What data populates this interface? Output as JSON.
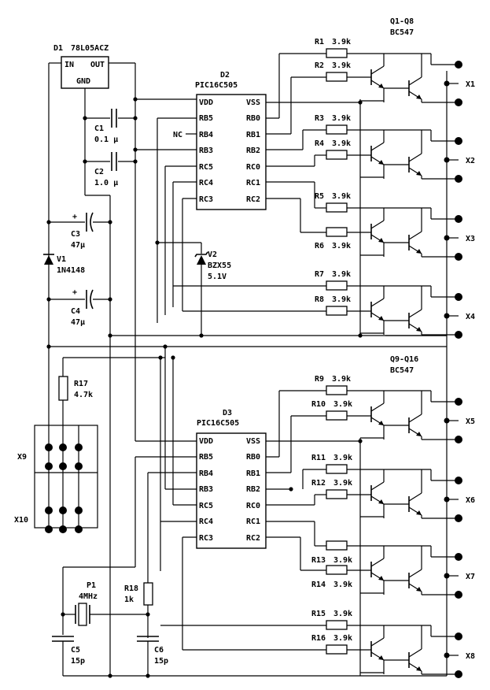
{
  "regulator": {
    "ref": "D1",
    "part": "78L05ACZ",
    "pin_in": "IN",
    "pin_out": "OUT",
    "pin_gnd": "GND"
  },
  "chips": [
    {
      "ref": "D2",
      "part": "PIC16C505",
      "left": [
        "VDD",
        "RB5",
        "RB4",
        "RB3",
        "RC5",
        "RC4",
        "RC3"
      ],
      "right": [
        "VSS",
        "RB0",
        "RB1",
        "RB2",
        "RC0",
        "RC1",
        "RC2"
      ],
      "nc": "NC"
    },
    {
      "ref": "D3",
      "part": "PIC16C505",
      "left": [
        "VDD",
        "RB5",
        "RB4",
        "RB3",
        "RC5",
        "RC4",
        "RC3"
      ],
      "right": [
        "VSS",
        "RB0",
        "RB1",
        "RB2",
        "RC0",
        "RC1",
        "RC2"
      ]
    }
  ],
  "capacitors": [
    {
      "ref": "C1",
      "value": "0.1 µ"
    },
    {
      "ref": "C2",
      "value": "1.0 µ"
    },
    {
      "ref": "C3",
      "value": "47µ"
    },
    {
      "ref": "C4",
      "value": "47µ"
    },
    {
      "ref": "C5",
      "value": "15p"
    },
    {
      "ref": "C6",
      "value": "15p"
    }
  ],
  "polarity_mark": "+",
  "diode": {
    "ref": "V1",
    "part": "1N4148"
  },
  "zener": {
    "ref": "V2",
    "part": "BZX55",
    "voltage": "5.1V"
  },
  "transistor_groups": [
    {
      "refs": "Q1-Q8",
      "part": "BC547"
    },
    {
      "refs": "Q9-Q16",
      "part": "BC547"
    }
  ],
  "resistors": [
    {
      "ref": "R1",
      "value": "3.9k"
    },
    {
      "ref": "R2",
      "value": "3.9k"
    },
    {
      "ref": "R3",
      "value": "3.9k"
    },
    {
      "ref": "R4",
      "value": "3.9k"
    },
    {
      "ref": "R5",
      "value": "3.9k"
    },
    {
      "ref": "R6",
      "value": "3.9k"
    },
    {
      "ref": "R7",
      "value": "3.9k"
    },
    {
      "ref": "R8",
      "value": "3.9k"
    },
    {
      "ref": "R9",
      "value": "3.9k"
    },
    {
      "ref": "R10",
      "value": "3.9k"
    },
    {
      "ref": "R11",
      "value": "3.9k"
    },
    {
      "ref": "R12",
      "value": "3.9k"
    },
    {
      "ref": "R13",
      "value": "3.9k"
    },
    {
      "ref": "R14",
      "value": "3.9k"
    },
    {
      "ref": "R15",
      "value": "3.9k"
    },
    {
      "ref": "R16",
      "value": "3.9k"
    }
  ],
  "r17": {
    "ref": "R17",
    "value": "4.7k"
  },
  "r18": {
    "ref": "R18",
    "value": "1k"
  },
  "crystal": {
    "ref": "P1",
    "value": "4MHz"
  },
  "outputs": [
    "X1",
    "X2",
    "X3",
    "X4",
    "X5",
    "X6",
    "X7",
    "X8"
  ],
  "jumpers": [
    "X9",
    "X10"
  ]
}
